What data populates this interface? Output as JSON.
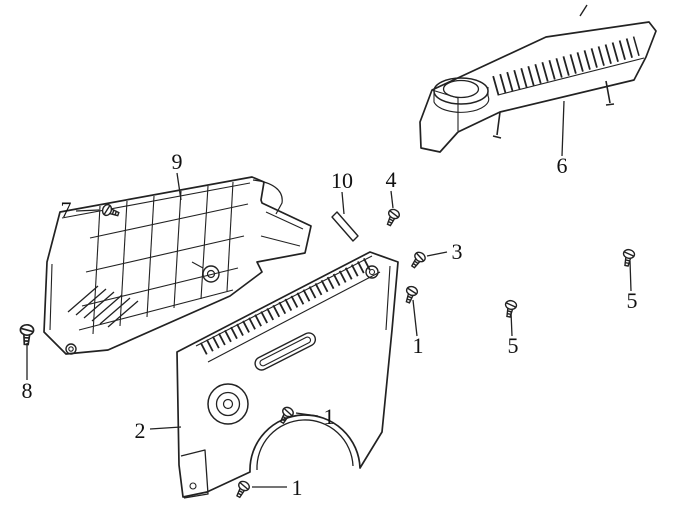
{
  "diagram": {
    "background_color": "#ffffff",
    "line_color": "#222222",
    "label_color": "#111111",
    "icons": {
      "screw": "screw-icon",
      "bolt": "bolt-icon",
      "pin": "pin-icon"
    },
    "callouts": [
      {
        "id": "9",
        "label": "9"
      },
      {
        "id": "7",
        "label": "7"
      },
      {
        "id": "10",
        "label": "10"
      },
      {
        "id": "4",
        "label": "4"
      },
      {
        "id": "3",
        "label": "3"
      },
      {
        "id": "6",
        "label": "6"
      },
      {
        "id": "5-right",
        "label": "5"
      },
      {
        "id": "5-middle",
        "label": "5"
      },
      {
        "id": "1-right",
        "label": "1"
      },
      {
        "id": "1-middle",
        "label": "1"
      },
      {
        "id": "1-bottom",
        "label": "1"
      },
      {
        "id": "8",
        "label": "8"
      },
      {
        "id": "2",
        "label": "2"
      }
    ]
  }
}
